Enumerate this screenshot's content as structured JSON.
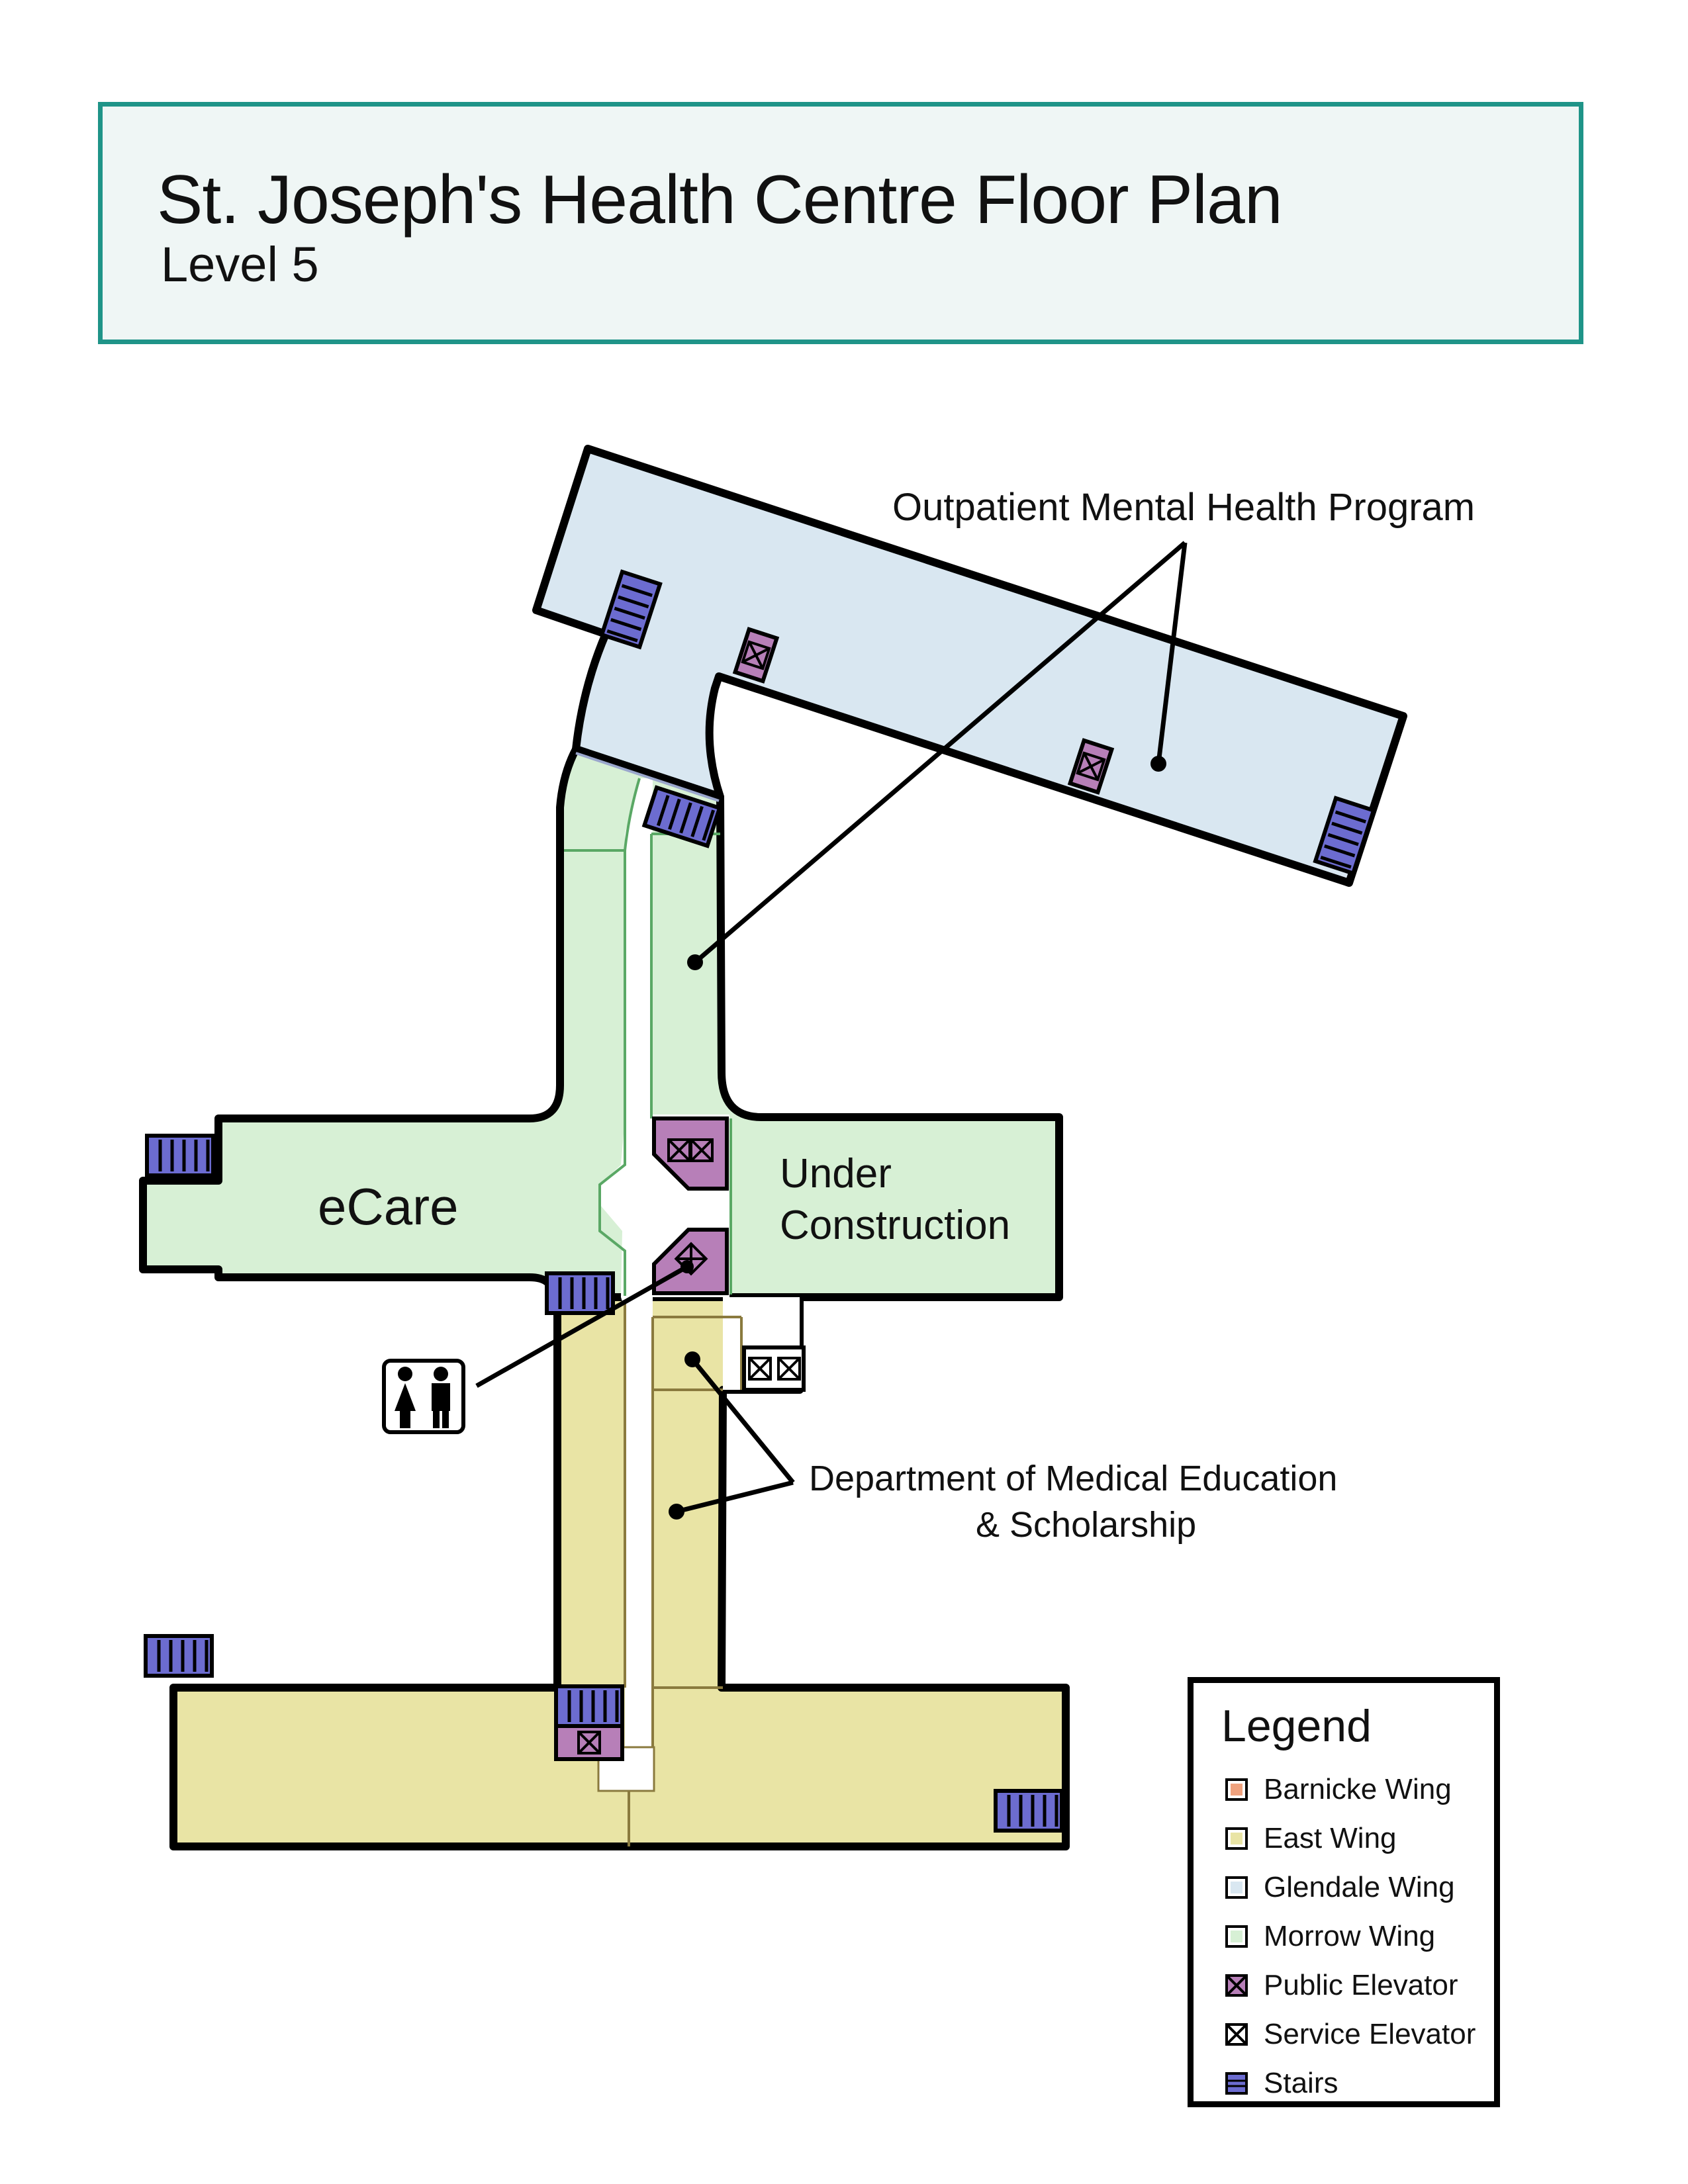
{
  "header": {
    "title": "St. Joseph's Health Centre Floor Plan",
    "level": "Level 5"
  },
  "map": {
    "labels": {
      "outpatient": "Outpatient Mental Health Program",
      "ecare": "eCare",
      "under_line1": "Under",
      "under_line2": "Construction",
      "dme_line1": "Department of Medical Education",
      "dme_line2": "& Scholarship"
    },
    "colors": {
      "glendale": "#d9e7f1",
      "morrow": "#d7f0d5",
      "east": "#e9e4a5",
      "stairs": "#6c6cd0",
      "elevator": "#b77fb8",
      "outline": "#000000",
      "morrow_line": "#5aa865",
      "east_line": "#8a7a3e",
      "glendale_line": "#9aa6cc"
    },
    "icons": [
      "washroom-icon",
      "stairs-icon",
      "public-elevator-icon",
      "service-elevator-icon"
    ]
  },
  "legend": {
    "title": "Legend",
    "items": [
      {
        "label": "Barnicke Wing",
        "icon": "barnicke-swatch",
        "color": "#f0a27e"
      },
      {
        "label": "East Wing",
        "icon": "east-swatch",
        "color": "#e9e4a5"
      },
      {
        "label": "Glendale Wing",
        "icon": "glendale-swatch",
        "color": "#d9e7f1"
      },
      {
        "label": "Morrow Wing",
        "icon": "morrow-swatch",
        "color": "#d7f0d5"
      },
      {
        "label": "Public Elevator",
        "icon": "public-elevator-icon",
        "color": "#b77fb8"
      },
      {
        "label": "Service Elevator",
        "icon": "service-elevator-icon",
        "color": "#ffffff"
      },
      {
        "label": "Stairs",
        "icon": "stairs-icon",
        "color": "#6c6cd0"
      }
    ]
  }
}
